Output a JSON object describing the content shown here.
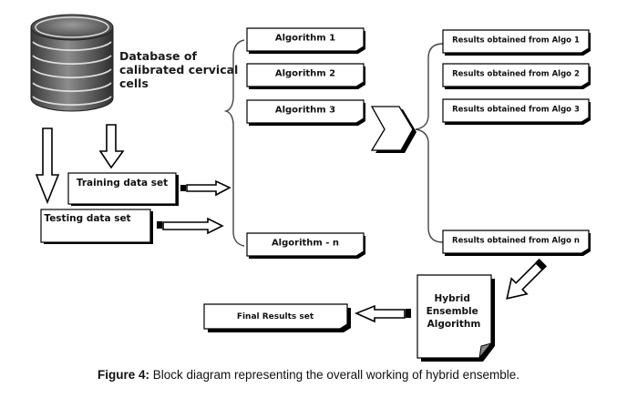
{
  "database": {
    "label_lines": [
      "Database of",
      "calibrated cervical",
      "cells"
    ],
    "icon": "database-cylinder-icon"
  },
  "datasets": {
    "training": "Training data set",
    "testing": "Testing data set"
  },
  "algorithms": [
    "Algorithm 1",
    "Algorithm 2",
    "Algorithm 3",
    "Algorithm - n"
  ],
  "results": [
    "Results obtained from Algo 1",
    "Results obtained from Algo 2",
    "Results obtained from Algo 3",
    "Results obtained from Algo  n"
  ],
  "hybrid": {
    "label_lines": [
      "Hybrid",
      "Ensemble",
      "Algorithm"
    ]
  },
  "final": {
    "label": "Final Results set"
  },
  "caption": {
    "prefix": "Figure 4:",
    "text": " Block diagram representing the overall working of hybrid ensemble."
  }
}
